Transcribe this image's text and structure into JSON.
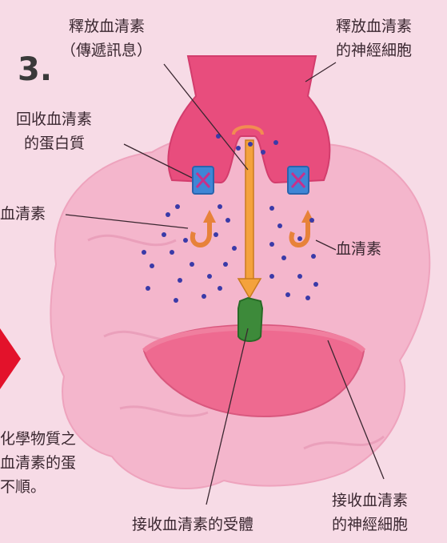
{
  "step_number": "3.",
  "labels": {
    "release_serotonin": "釋放血清素",
    "transmit_message": "（傳遞訊息）",
    "releasing_neuron_1": "釋放血清素",
    "releasing_neuron_2": "的神經細胞",
    "reuptake_protein_1": "回收血清素",
    "reuptake_protein_2": "的蛋白質",
    "serotonin_left": "血清素",
    "serotonin_right": "血清素",
    "receiving_neuron_1": "接收血清素",
    "receiving_neuron_2": "的神經細胞",
    "receptor": "接收血清素的受體"
  },
  "side_text": {
    "line1": "化學物質之",
    "line2": "血清素的蛋",
    "line3": "不順。"
  },
  "colors": {
    "background": "#f7dbe6",
    "brain": "#f4b6cc",
    "upper_neuron": "#e84d7d",
    "lower_neuron": "#ee6a90",
    "reuptake_protein": "#3f86d6",
    "receptor": "#3d8a3a",
    "arrow": "#f4a23d",
    "serotonin_dot": "#3a3aa8",
    "accent_red": "#e3122b"
  },
  "icons": [
    "transporter-protein-icon",
    "recycle-arrow-icon",
    "receptor-icon",
    "down-arrow-icon"
  ]
}
